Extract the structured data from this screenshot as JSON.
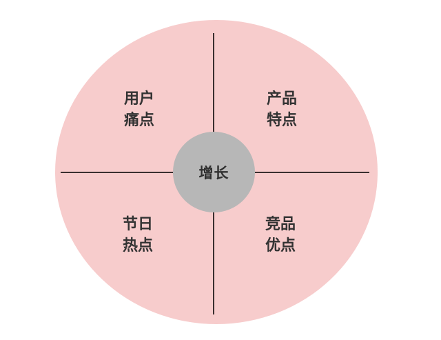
{
  "diagram": {
    "type": "quadrant-circle",
    "center": {
      "label": "增长"
    },
    "quadrants": [
      {
        "position": "top-left",
        "lines": [
          "用户",
          "痛点"
        ]
      },
      {
        "position": "top-right",
        "lines": [
          "产品",
          "特点"
        ]
      },
      {
        "position": "bottom-left",
        "lines": [
          "节日",
          "热点"
        ]
      },
      {
        "position": "bottom-right",
        "lines": [
          "竞品",
          "优点"
        ]
      }
    ],
    "colors": {
      "outer_fill": "#f7cccc",
      "center_fill": "#b7b7b7",
      "divider": "#3a2f2f",
      "text": "#333333"
    }
  }
}
